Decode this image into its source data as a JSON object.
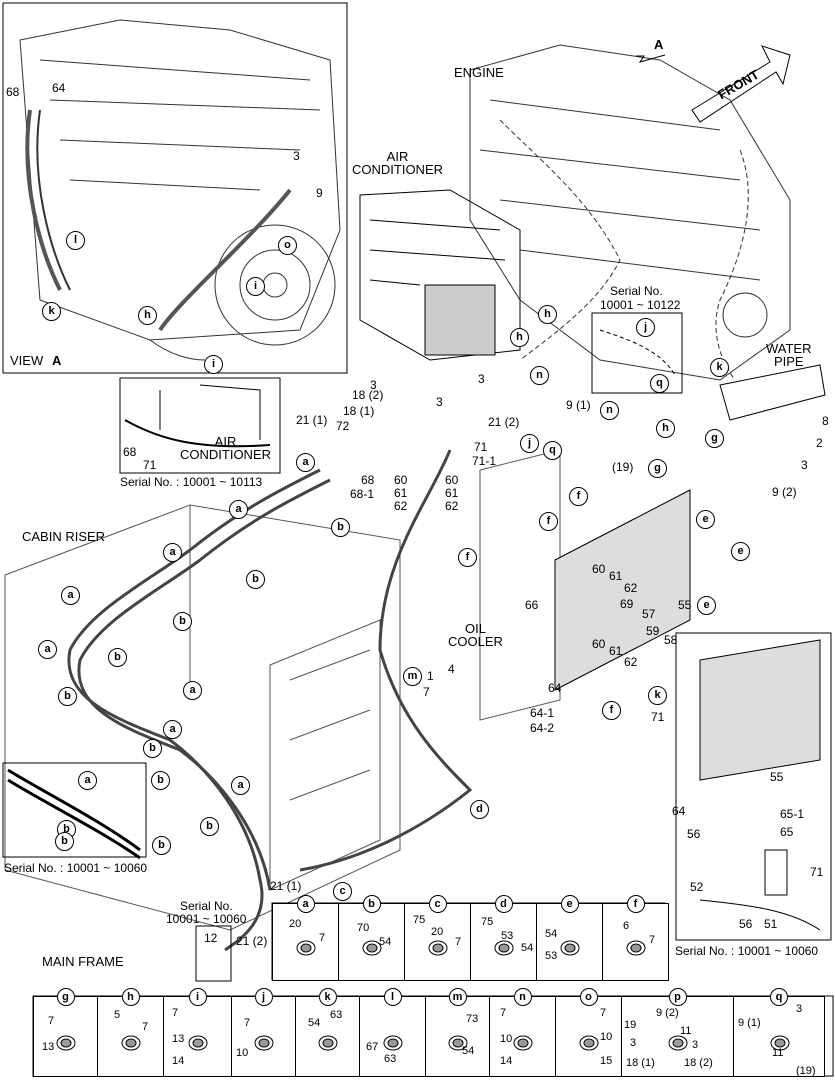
{
  "titles": {
    "engine": "ENGINE",
    "front": "FRONT",
    "arrow_a": "A",
    "air_conditioner_top": "AIR\nCONDITIONER",
    "air_conditioner_inset": "AIR\nCONDITIONER",
    "cabin_riser": "CABIN RISER",
    "oil_cooler": "OIL\nCOOLER",
    "water_pipe": "WATER\nPIPE",
    "main_frame": "MAIN FRAME",
    "view_a": "VIEW",
    "view_a_letter": "A"
  },
  "serials": {
    "s1": "Serial No.",
    "s1_range": "10001 ~ 10122",
    "s2": "Serial No. : 10001 ~ 10113",
    "s3": "Serial No. : 10001 ~ 10060",
    "s4": "Serial No.",
    "s4_range": "10001 ~ 10060",
    "s5": "Serial No. : 10001 ~ 10060"
  },
  "view_a_labels": [
    "68",
    "64",
    "3",
    "9"
  ],
  "view_a_callouts": [
    "l",
    "o",
    "k",
    "h",
    "i",
    "i"
  ],
  "main_labels": {
    "n3a": "3",
    "n3b": "3",
    "n3c": "3",
    "n18_2": "18 (2)",
    "n18_1": "18 (1)",
    "n72": "72",
    "n21_1": "21 (1)",
    "n21_2": "21 (2)",
    "n9_1": "9 (1)",
    "n19": "(19)",
    "n71": "71",
    "n71_1": "71-1",
    "n60": "60",
    "n60b": "60",
    "n61a": "61",
    "n61b": "61",
    "n62a": "62",
    "n62b": "62",
    "n68": "68",
    "n68_1": "68-1",
    "n68_inset": "68",
    "n71_inset": "71",
    "n8": "8",
    "n2": "2",
    "n3d": "3",
    "n9_2": "9 (2)",
    "n66": "66",
    "n55": "55",
    "n60c": "60",
    "n61c": "61",
    "n62c": "62",
    "n69": "69",
    "n57": "57",
    "n60d": "60",
    "n61d": "61",
    "n62d": "62",
    "n59": "59",
    "n58": "58",
    "n64": "64",
    "n64_1": "64-1",
    "n64_2": "64-2",
    "n71b": "71",
    "n1": "1",
    "n4": "4",
    "n7": "7",
    "n21_1b": "21 (1)",
    "n21_2b": "21 (2)",
    "n12": "12"
  },
  "main_callouts": [
    "a",
    "a",
    "a",
    "a",
    "a",
    "a",
    "a",
    "a",
    "b",
    "b",
    "b",
    "b",
    "b",
    "b",
    "b",
    "b",
    "b",
    "b",
    "c",
    "d",
    "e",
    "e",
    "e",
    "f",
    "f",
    "f",
    "f",
    "g",
    "g",
    "h",
    "h",
    "j",
    "k",
    "k",
    "m",
    "n",
    "n",
    "q",
    "h"
  ],
  "inset_cabin_callouts": [
    "a",
    "b"
  ],
  "condenser_inset": {
    "labels": [
      "55",
      "64",
      "65-1",
      "65",
      "56",
      "52",
      "71",
      "56",
      "51"
    ]
  },
  "legend_row1": [
    {
      "key": "a",
      "nums": [
        "20",
        "7"
      ]
    },
    {
      "key": "b",
      "nums": [
        "70",
        "54"
      ]
    },
    {
      "key": "c",
      "nums": [
        "75",
        "20",
        "7"
      ]
    },
    {
      "key": "d",
      "nums": [
        "75",
        "53",
        "54"
      ]
    },
    {
      "key": "e",
      "nums": [
        "54",
        "53"
      ]
    },
    {
      "key": "f",
      "nums": [
        "6",
        "7"
      ]
    }
  ],
  "legend_row2": [
    {
      "key": "g",
      "nums": [
        "7",
        "13"
      ]
    },
    {
      "key": "h",
      "nums": [
        "5",
        "7"
      ]
    },
    {
      "key": "i",
      "nums": [
        "7",
        "13",
        "14"
      ]
    },
    {
      "key": "j",
      "nums": [
        "7",
        "10"
      ]
    },
    {
      "key": "k",
      "nums": [
        "54",
        "63"
      ]
    },
    {
      "key": "l",
      "nums": [
        "67",
        "63"
      ]
    },
    {
      "key": "m",
      "nums": [
        "73",
        "54"
      ]
    },
    {
      "key": "n",
      "nums": [
        "7",
        "10",
        "14"
      ]
    },
    {
      "key": "o",
      "nums": [
        "7",
        "10",
        "15"
      ]
    },
    {
      "key": "p",
      "nums": [
        "9 (2)",
        "19",
        "11",
        "3",
        "3",
        "18 (1)",
        "18 (2)"
      ]
    },
    {
      "key": "q",
      "nums": [
        "3",
        "9 (1)",
        "11",
        "(19)"
      ]
    }
  ]
}
